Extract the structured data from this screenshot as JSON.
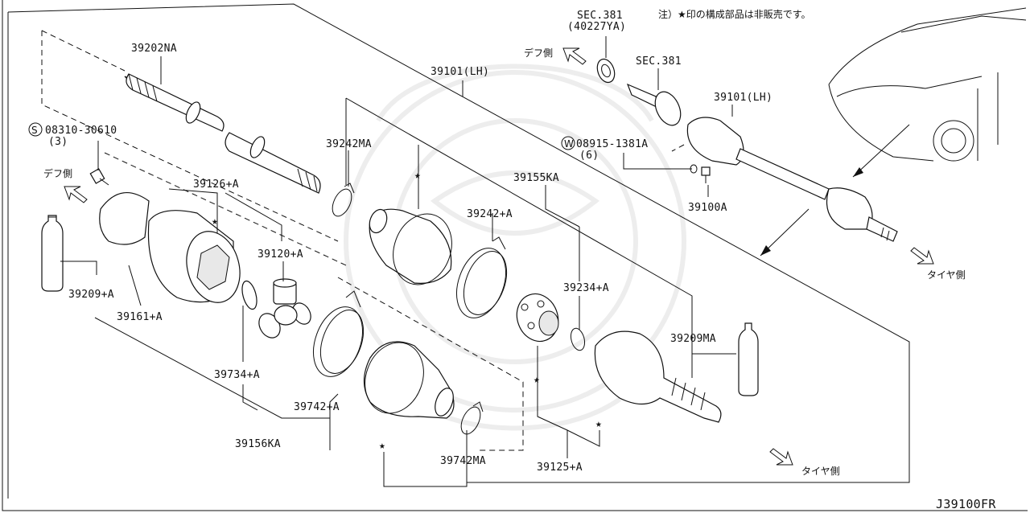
{
  "note": "注）★印の構成部品は非販売です。",
  "diagram_code": "J39100FR",
  "direction_labels": {
    "diff_side_left": "デフ側",
    "diff_side_top": "デフ側",
    "tire_side_right": "タイヤ側",
    "tire_side_bottom": "タイヤ側"
  },
  "parts": {
    "p39202NA": "39202NA",
    "p08310_30610": "08310-30610",
    "p08310_qty": "(3)",
    "s_symbol": "S",
    "p39126A": "39126+A",
    "p39120A": "39120+A",
    "p39209A": "39209+A",
    "p39161A": "39161+A",
    "p39734A": "39734+A",
    "p39742A": "39742+A",
    "p39156KA": "39156KA",
    "p39742MA": "39742MA",
    "p39242MA": "39242MA",
    "p39101LH_a": "39101(LH)",
    "p39155KA": "39155KA",
    "p39242A": "39242+A",
    "p39234A": "39234+A",
    "p39209MA": "39209MA",
    "p39125A": "39125+A",
    "sec381_a": "SEC.381",
    "p40227YA": "(40227YA)",
    "sec381_b": "SEC.381",
    "p39101LH_b": "39101(LH)",
    "w_symbol": "W",
    "p08915_1381A": "08915-1381A",
    "p08915_qty": "(6)",
    "p39100A": "39100A"
  }
}
